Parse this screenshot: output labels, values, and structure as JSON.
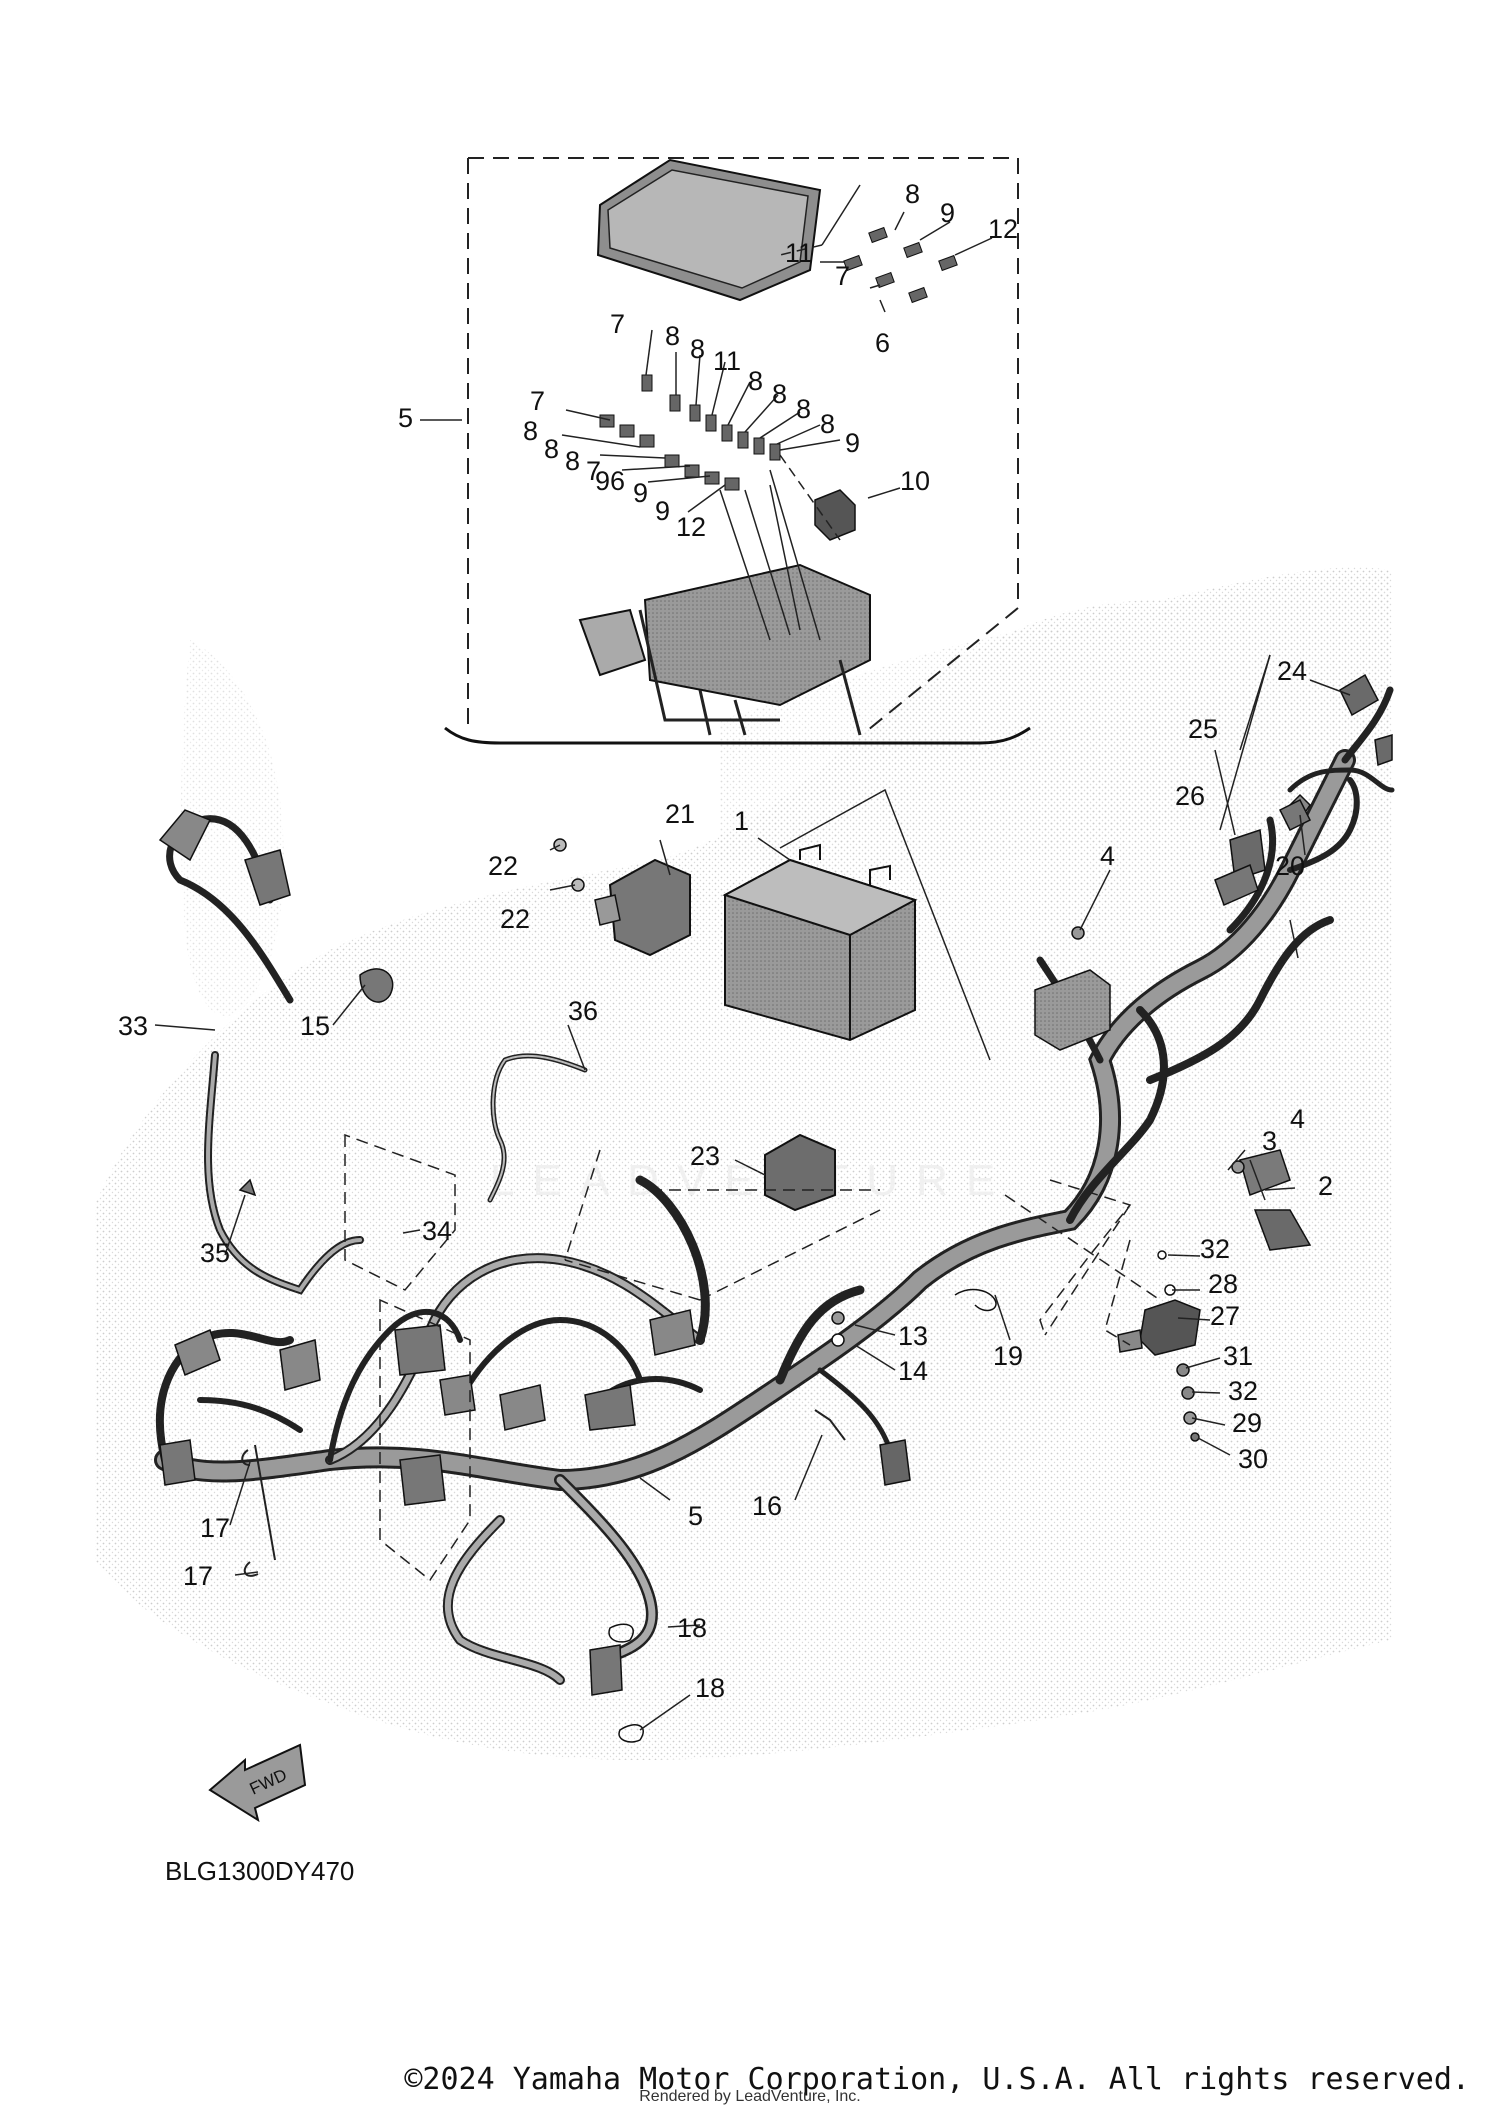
{
  "diagram_code": "BLG1300DY470",
  "fwd_label": "FWD",
  "copyright": "©2024 Yamaha Motor Corporation, U.S.A. All rights reserved.",
  "rendered_by": "Rendered by LeadVenture, Inc.",
  "watermark": "LEADVENTURE",
  "callouts": [
    "1",
    "2",
    "3",
    "4",
    "4",
    "5",
    "5",
    "6",
    "6",
    "7",
    "7",
    "7",
    "7",
    "8",
    "8",
    "8",
    "8",
    "8",
    "8",
    "8",
    "8",
    "8",
    "8",
    "9",
    "9",
    "9",
    "9",
    "9",
    "10",
    "11",
    "11",
    "12",
    "12",
    "13",
    "14",
    "15",
    "16",
    "17",
    "17",
    "18",
    "18",
    "19",
    "20",
    "21",
    "22",
    "22",
    "23",
    "24",
    "25",
    "26",
    "27",
    "28",
    "29",
    "30",
    "31",
    "32",
    "32",
    "33",
    "34",
    "35",
    "36"
  ]
}
